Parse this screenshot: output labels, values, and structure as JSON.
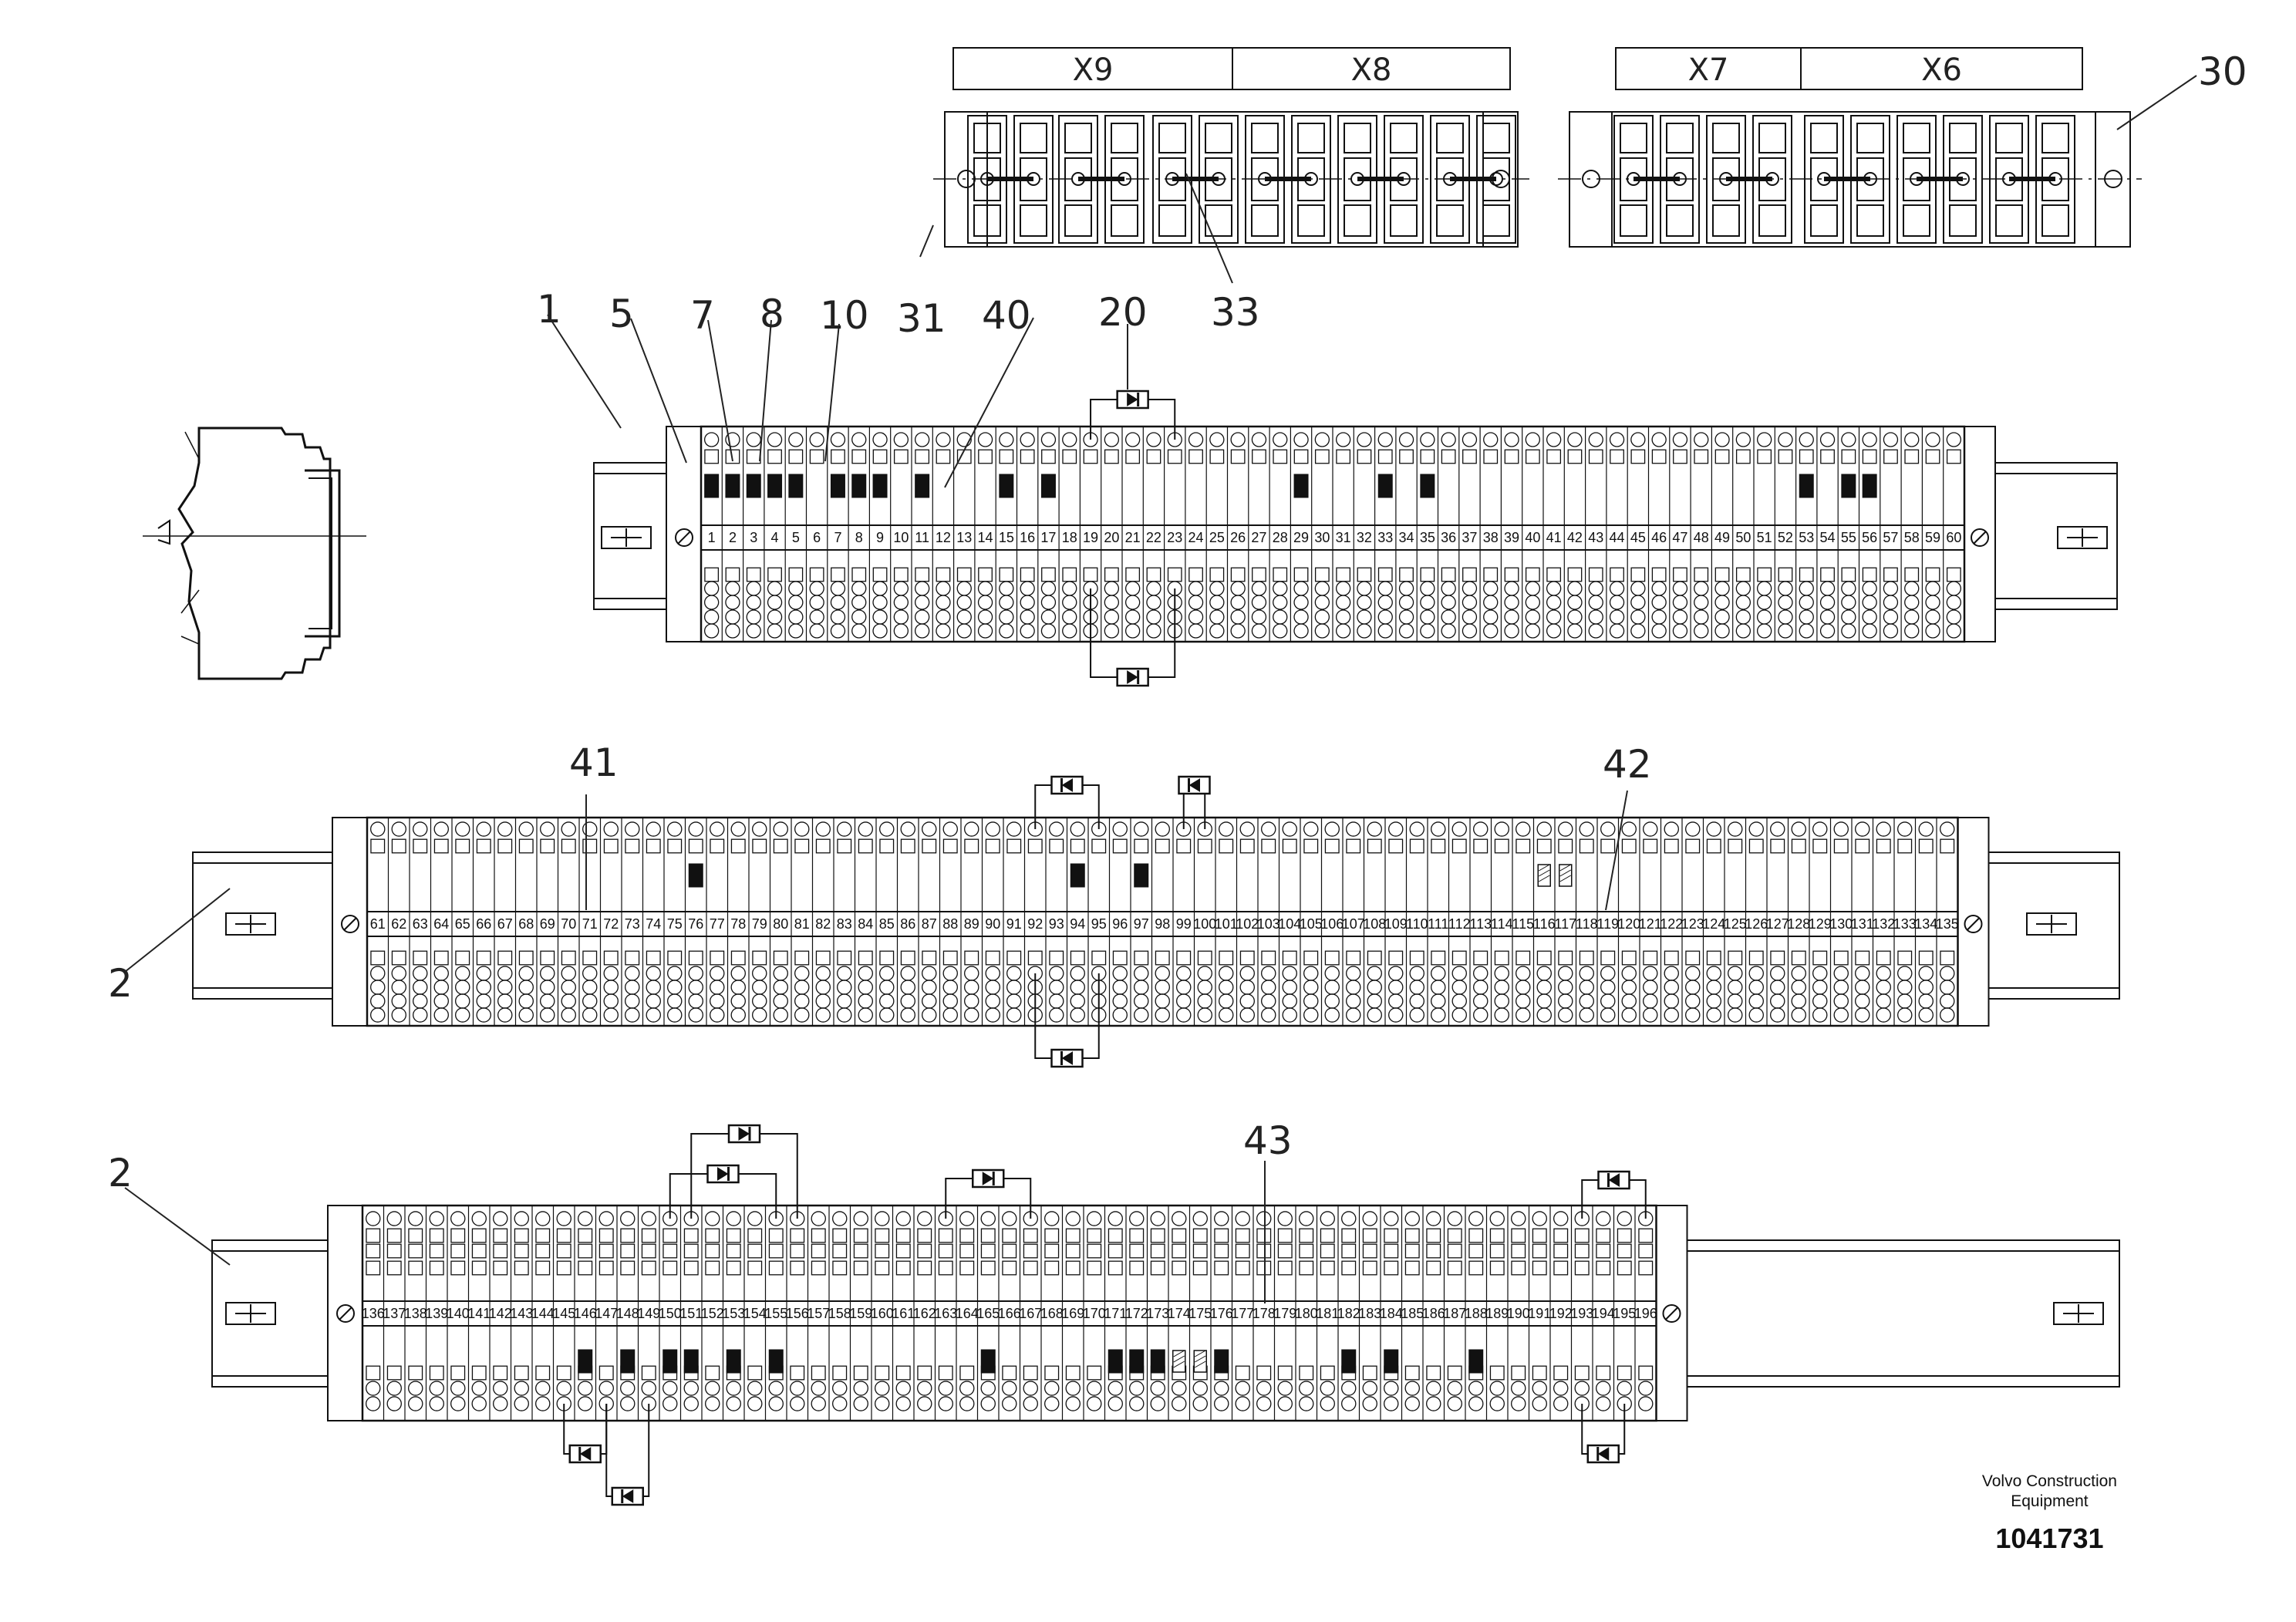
{
  "connectors": {
    "group_left": [
      "X9",
      "X8"
    ],
    "group_right": [
      "X7",
      "X6"
    ]
  },
  "callouts": {
    "c1": "1",
    "c5": "5",
    "c7": "7",
    "c8": "8",
    "c10": "10",
    "c40": "40",
    "c20": "20",
    "c31": "31",
    "c33": "33",
    "c30": "30",
    "c41": "41",
    "c42": "42",
    "c2a": "2",
    "c2b": "2",
    "c43": "43"
  },
  "strips": [
    {
      "numbers": [
        "1",
        "2",
        "3",
        "4",
        "5",
        "6",
        "7",
        "8",
        "9",
        "10",
        "11",
        "12",
        "13",
        "14",
        "15",
        "16",
        "17",
        "18",
        "19",
        "20",
        "21",
        "22",
        "23",
        "24",
        "25",
        "26",
        "27",
        "28",
        "29",
        "30",
        "31",
        "32",
        "33",
        "34",
        "35",
        "36",
        "37",
        "38",
        "39",
        "40",
        "41",
        "42",
        "43",
        "44",
        "45",
        "46",
        "47",
        "48",
        "49",
        "50",
        "51",
        "52",
        "53",
        "54",
        "55",
        "56",
        "57",
        "58",
        "59",
        "60"
      ]
    },
    {
      "numbers": [
        "61",
        "62",
        "63",
        "64",
        "65",
        "66",
        "67",
        "68",
        "69",
        "70",
        "71",
        "72",
        "73",
        "74",
        "75",
        "76",
        "77",
        "78",
        "79",
        "80",
        "81",
        "82",
        "83",
        "84",
        "85",
        "86",
        "87",
        "88",
        "89",
        "90",
        "91",
        "92",
        "93",
        "94",
        "95",
        "96",
        "97",
        "98",
        "99",
        "100",
        "101",
        "102",
        "103",
        "104",
        "105",
        "106",
        "107",
        "108",
        "109",
        "110",
        "111",
        "112",
        "113",
        "114",
        "115",
        "116",
        "117",
        "118",
        "119",
        "120",
        "121",
        "122",
        "123",
        "124",
        "125",
        "126",
        "127",
        "128",
        "129",
        "130",
        "131",
        "132",
        "133",
        "134",
        "135"
      ]
    },
    {
      "numbers": [
        "136",
        "137",
        "138",
        "139",
        "140",
        "141",
        "142",
        "143",
        "144",
        "145",
        "146",
        "147",
        "148",
        "149",
        "150",
        "151",
        "152",
        "153",
        "154",
        "155",
        "156",
        "157",
        "158",
        "159",
        "160",
        "161",
        "162",
        "163",
        "164",
        "165",
        "166",
        "167",
        "168",
        "169",
        "170",
        "171",
        "172",
        "173",
        "174",
        "175",
        "176",
        "177",
        "178",
        "179",
        "180",
        "181",
        "182",
        "183",
        "184",
        "185",
        "186",
        "187",
        "188",
        "189",
        "190",
        "191",
        "192",
        "193",
        "194",
        "195",
        "196"
      ]
    }
  ],
  "company": {
    "line1": "Volvo Construction",
    "line2": "Equipment"
  },
  "part_number": "1041731"
}
